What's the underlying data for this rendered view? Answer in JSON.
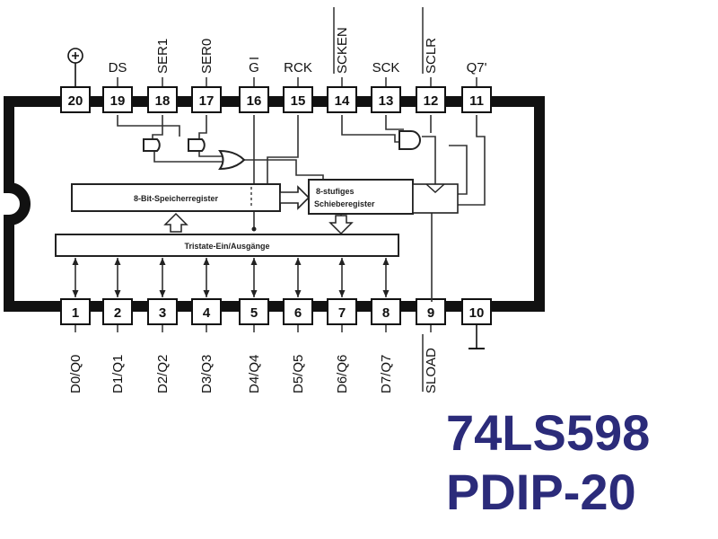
{
  "chip": {
    "part_number": "74LS598",
    "package": "PDIP-20",
    "title_color": "#2b2b7a"
  },
  "top_pins": [
    {
      "num": "20",
      "label": "",
      "icon": "vcc-plus-icon"
    },
    {
      "num": "19",
      "label": "DS"
    },
    {
      "num": "18",
      "label": "SER1"
    },
    {
      "num": "17",
      "label": "SER0"
    },
    {
      "num": "16",
      "label": "G",
      "overbar": true
    },
    {
      "num": "15",
      "label": "RCK"
    },
    {
      "num": "14",
      "label": "SCKEN",
      "overbar": true
    },
    {
      "num": "13",
      "label": "SCK"
    },
    {
      "num": "12",
      "label": "SCLR",
      "overbar": true
    },
    {
      "num": "11",
      "label": "Q7'"
    }
  ],
  "bottom_pins": [
    {
      "num": "1",
      "label": "D0/Q0"
    },
    {
      "num": "2",
      "label": "D1/Q1"
    },
    {
      "num": "3",
      "label": "D2/Q2"
    },
    {
      "num": "4",
      "label": "D3/Q3"
    },
    {
      "num": "5",
      "label": "D4/Q4"
    },
    {
      "num": "6",
      "label": "D5/Q5"
    },
    {
      "num": "7",
      "label": "D6/Q6"
    },
    {
      "num": "8",
      "label": "D7/Q7"
    },
    {
      "num": "9",
      "label": "SLOAD",
      "overbar": true
    },
    {
      "num": "10",
      "label": "",
      "icon": "ground-icon"
    }
  ],
  "blocks": {
    "storage_register": "8-Bit-Speicherregister",
    "shift_register_line1": "8-stufiges",
    "shift_register_line2": "Schieberegister",
    "tristate_io": "Tristate-Ein/Ausgänge"
  }
}
